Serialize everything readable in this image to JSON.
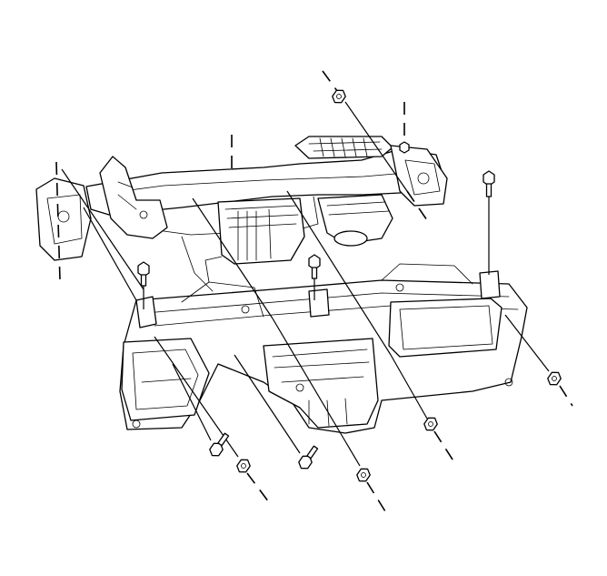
{
  "figure": {
    "subject": "instrument-panel-carrier-mounting",
    "fasteners": [
      {
        "kind": "nut",
        "position": "top-center"
      },
      {
        "kind": "bolt",
        "position": "top-right-vertical"
      },
      {
        "kind": "bolt",
        "position": "left-vertical"
      },
      {
        "kind": "bolt",
        "position": "center-vertical"
      },
      {
        "kind": "bolt",
        "position": "right-vertical"
      },
      {
        "kind": "nut",
        "position": "right-lower"
      },
      {
        "kind": "nut",
        "position": "center-lower"
      },
      {
        "kind": "bolt",
        "position": "bottom-left"
      },
      {
        "kind": "nut",
        "position": "bottom-left-center"
      },
      {
        "kind": "bolt",
        "position": "bottom-center"
      },
      {
        "kind": "nut",
        "position": "bottom-center-right"
      }
    ]
  }
}
